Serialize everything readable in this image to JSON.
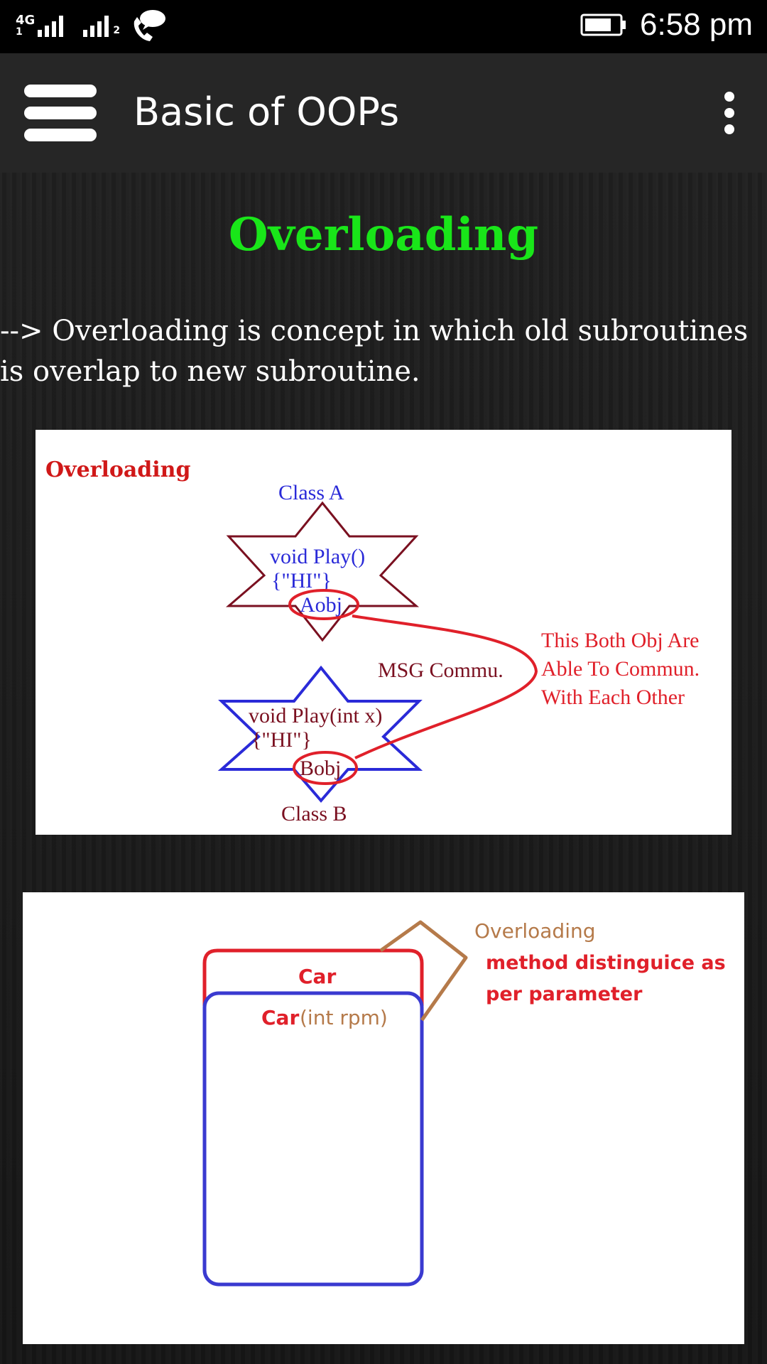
{
  "status_bar": {
    "network_1": "4G",
    "network_sub": "1",
    "sim2": "2",
    "time": "6:58 pm"
  },
  "app_bar": {
    "title": "Basic of OOPs"
  },
  "content": {
    "heading": "Overloading",
    "paragraph": "--> Overloading is concept in which old subroutines is overlap to new subroutine."
  },
  "figure1": {
    "logo": "Overloading",
    "class_a": "Class A",
    "method_a": "void Play()",
    "body_a": "{\"HI\"}",
    "obj_a": "Aobj",
    "msg": "MSG Commu.",
    "note_line1": "This Both Obj Are",
    "note_line2": "Able To Commun.",
    "note_line3": "With Each Other",
    "method_b": "void Play(int x)",
    "body_b": "{\"HI\"}",
    "obj_b": "Bobj",
    "class_b": "Class B"
  },
  "figure2": {
    "label_car": "Car",
    "label_car2": "Car",
    "label_param": "(int rpm)",
    "label_overloading": "Overloading",
    "note_line1": "method distinguice as",
    "note_line2": "per parameter"
  },
  "colors": {
    "heading": "#19e619",
    "diagram_red": "#e0202a",
    "diagram_blue": "#2a2ad8",
    "diagram_maroon": "#7a1020",
    "diagram_brown": "#b57a4a"
  }
}
